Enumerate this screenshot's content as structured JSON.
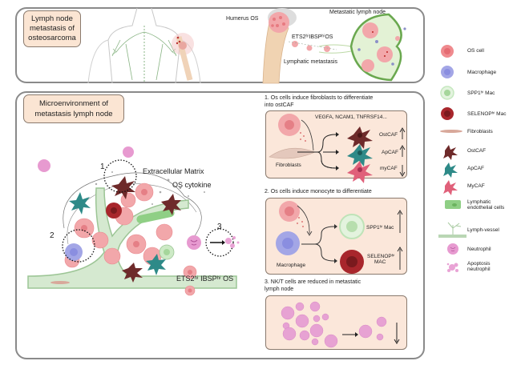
{
  "top_panel": {
    "title": "Lymph node metastasis of osteosarcoma",
    "title_lines": [
      "Lymph node",
      "metastasis of",
      "osteosarcoma"
    ],
    "labels": {
      "humerus_os": "Humerus OS",
      "ets2_ibsp": "ETS2ʰⁱIBSPʰⁱOS",
      "lymphatic_metastasis": "Lymphatic metastasis",
      "metastatic_lymph_node": "Metastatic lymph node"
    }
  },
  "bottom_panel": {
    "title_lines": [
      "Microenvironment of",
      "metastasis lymph node"
    ],
    "scene_labels": {
      "extracellular_matrix": "Extracellular Matrix",
      "os_cytokine": "OS cytokine",
      "ets2_ibsp": "ETS2ʰⁱ IBSPʰⁱ OS",
      "marker_1": "1",
      "marker_2": "2",
      "marker_3": "3"
    },
    "mechanisms": [
      {
        "heading_lines": [
          "1. Os cells induce fibroblasts to differentiate",
          "into ostCAF"
        ],
        "factors": "VEGFA, NCAM1, TNFRSF14...",
        "source_label": "Fibroblasts",
        "outcomes": [
          {
            "label": "OstCAF",
            "trend": "up",
            "color": "#6e2a2a"
          },
          {
            "label": "ApCAF",
            "trend": "up",
            "color": "#2e8a88"
          },
          {
            "label": "myCAF",
            "trend": "down",
            "color": "#e0607a"
          }
        ]
      },
      {
        "heading_lines": [
          "2. Os cells induce monocyte to differentiate"
        ],
        "source_label": "Macrophage",
        "outcomes": [
          {
            "label": "SPP1ʰⁱ Mac",
            "trend": "up",
            "color": "#bfe3b8"
          },
          {
            "label_lines": [
              "SELENOPʰⁱ",
              "MAC"
            ],
            "trend": "up",
            "color": "#a8262c"
          }
        ]
      },
      {
        "heading_lines": [
          "3. NK/T cells are reduced in  metastatic",
          "lymph node"
        ],
        "trend": "down"
      }
    ]
  },
  "legend": [
    {
      "icon": "os-cell-icon",
      "label_lines": [
        "OS cell"
      ],
      "color": "#ef8a8e"
    },
    {
      "icon": "macrophage-icon",
      "label_lines": [
        "Macrophage"
      ],
      "color": "#a3a6e6"
    },
    {
      "icon": "spp1-mac-icon",
      "label_lines": [
        "SPP1ʰⁱ Mac"
      ],
      "color": "#c5e8bf"
    },
    {
      "icon": "selenop-mac-icon",
      "label_lines": [
        "SELENOPʰⁱ Mac"
      ],
      "color": "#a8262c"
    },
    {
      "icon": "fibroblast-icon",
      "label_lines": [
        "Fibroblasts"
      ],
      "color": "#d8a89a"
    },
    {
      "icon": "ostcaf-icon",
      "label_lines": [
        "OstCAF"
      ],
      "color": "#6e2a2a"
    },
    {
      "icon": "apcaf-icon",
      "label_lines": [
        "ApCAF"
      ],
      "color": "#2e8a88"
    },
    {
      "icon": "mycaf-icon",
      "label_lines": [
        "MyCAF"
      ],
      "color": "#e0607a"
    },
    {
      "icon": "lymphatic-endothelial-icon",
      "label_lines": [
        "Lymphatic",
        "endothelial cells"
      ],
      "color": "#8fcf85"
    },
    {
      "icon": "lymph-vessel-icon",
      "label_lines": [
        "Lymph-vessel"
      ],
      "color": "#b9d6b4"
    },
    {
      "icon": "neutrophil-icon",
      "label_lines": [
        "Neutrophil"
      ],
      "color": "#e79ad0"
    },
    {
      "icon": "apoptosis-neutrophil-icon",
      "label_lines": [
        "Apoptosis",
        "neutrophil"
      ],
      "color": "#e9a3d5"
    }
  ]
}
